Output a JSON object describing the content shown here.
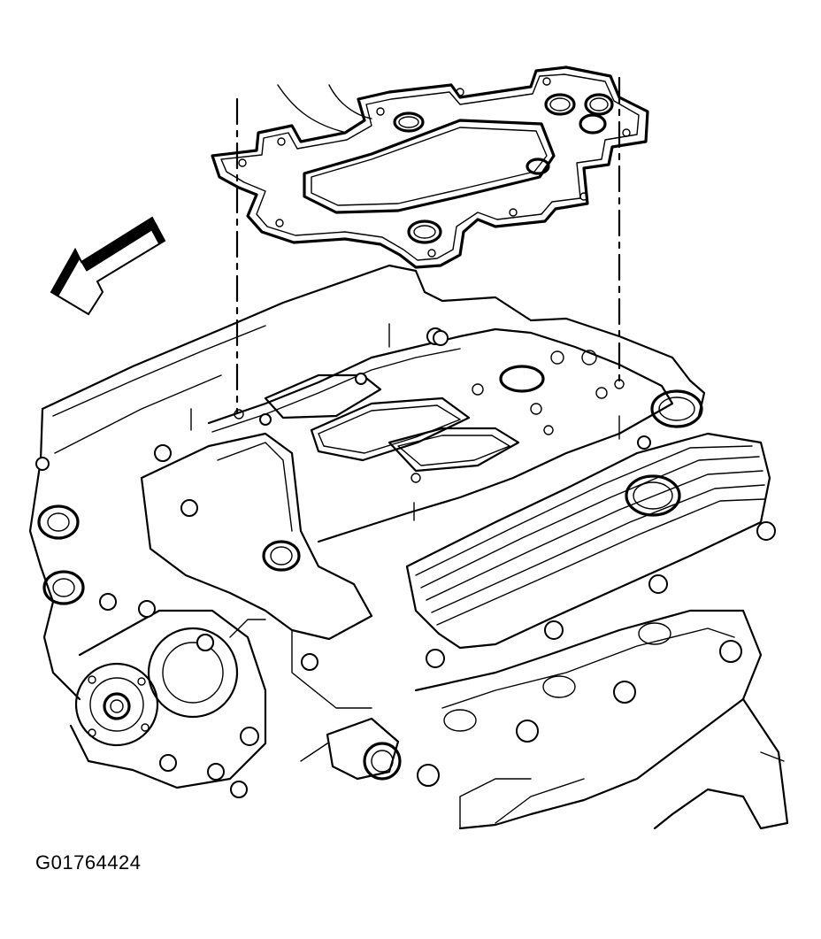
{
  "figure": {
    "id_label": "G01764424"
  },
  "colors": {
    "line": "#000000",
    "background": "#ffffff"
  },
  "parts": {
    "gasket": "intake-manifold-gasket",
    "engine": "v-engine-block",
    "arrow": "front-direction-arrow",
    "studs": "alignment-studs"
  }
}
